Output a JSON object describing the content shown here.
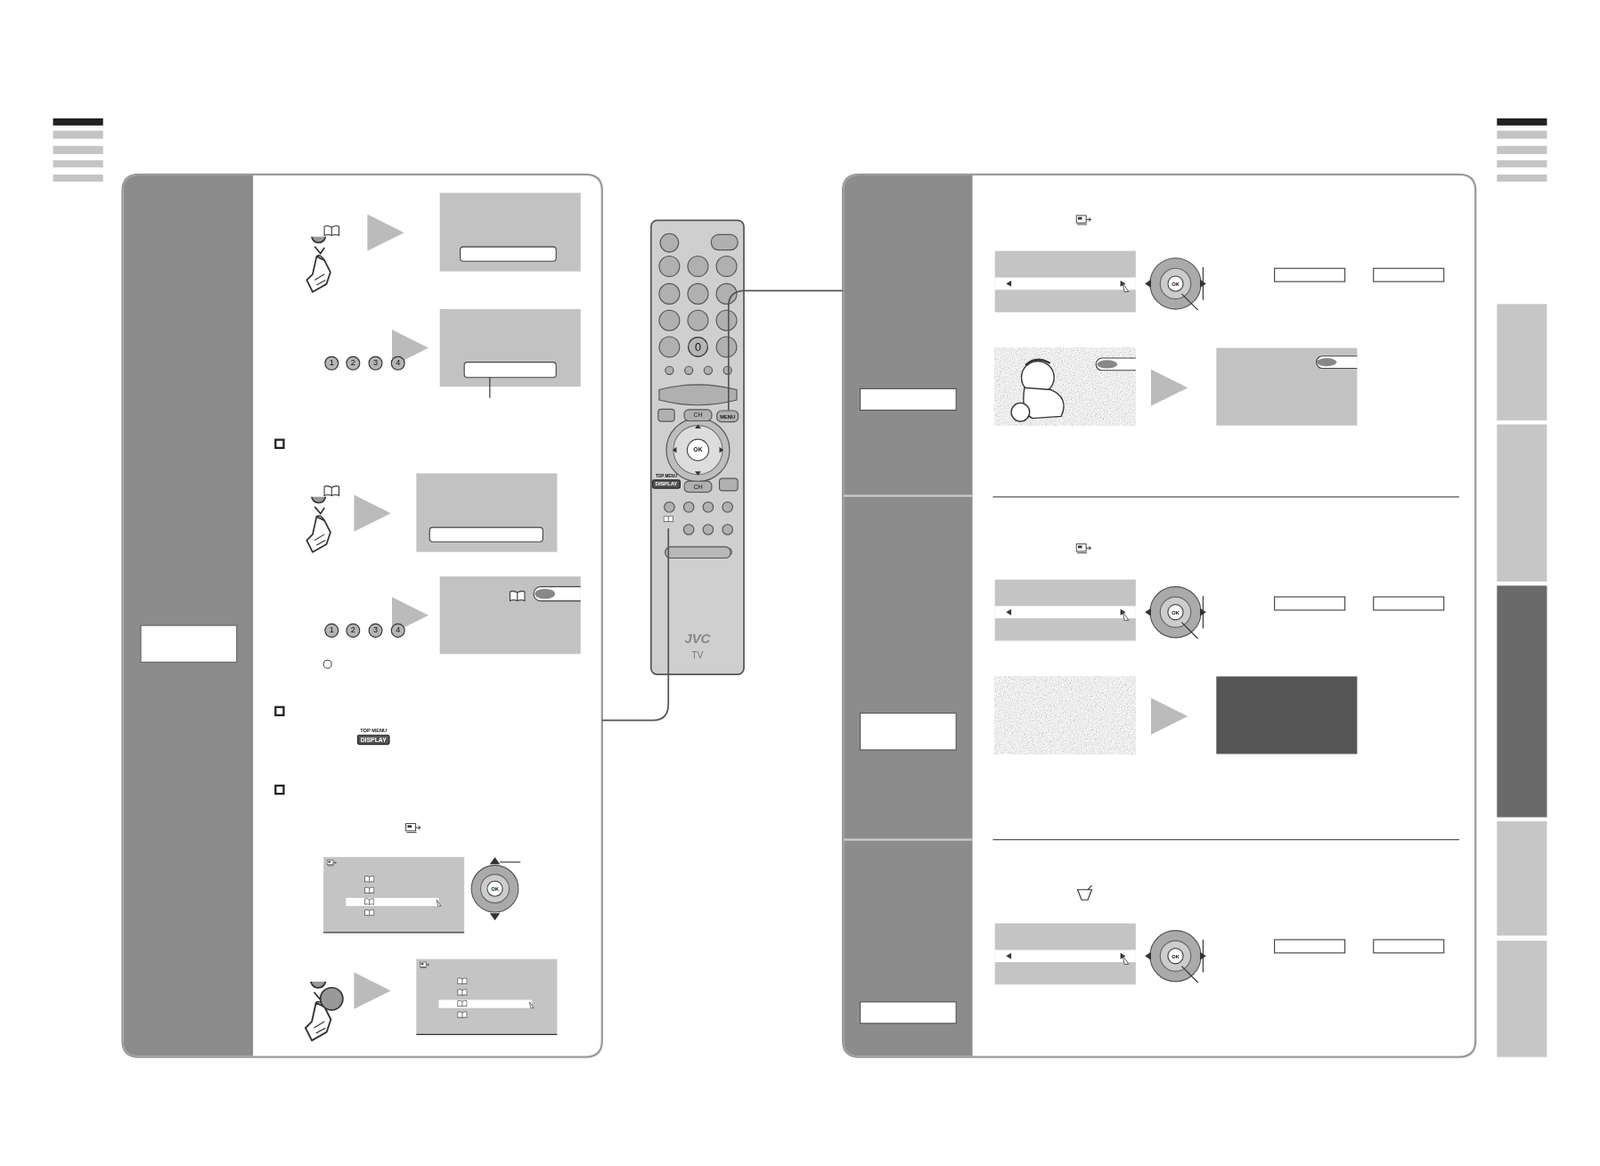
{
  "diagram": {
    "nodes": [
      {
        "text": [
          "JVC",
          "TV"
        ]
      },
      {
        "text": [
          "0"
        ],
        "in": 0
      },
      {
        "text": [
          "CH"
        ],
        "in": 0
      },
      {
        "text": [
          "MENU"
        ],
        "in": 0
      },
      {
        "text": [
          "OK"
        ],
        "in": 0
      },
      {
        "text": [
          "TOP MENU",
          "DISPLAY"
        ],
        "in": 0
      },
      {
        "text": [
          "CH"
        ],
        "in": 0
      },
      {
        "text": [
          "1"
        ]
      },
      {
        "text": [
          "2"
        ]
      },
      {
        "text": [
          "3"
        ]
      },
      {
        "text": [
          "4"
        ]
      },
      {
        "text": [
          "1"
        ]
      },
      {
        "text": [
          "2"
        ]
      },
      {
        "text": [
          "3"
        ]
      },
      {
        "text": [
          "4"
        ]
      },
      {
        "text": [
          "TOP MENU",
          "DISPLAY"
        ]
      },
      {
        "text": [
          "OK"
        ]
      },
      {
        "text": [
          "OK"
        ]
      },
      {
        "text": [
          "OK"
        ]
      },
      {
        "text": [
          "OK"
        ]
      }
    ]
  }
}
